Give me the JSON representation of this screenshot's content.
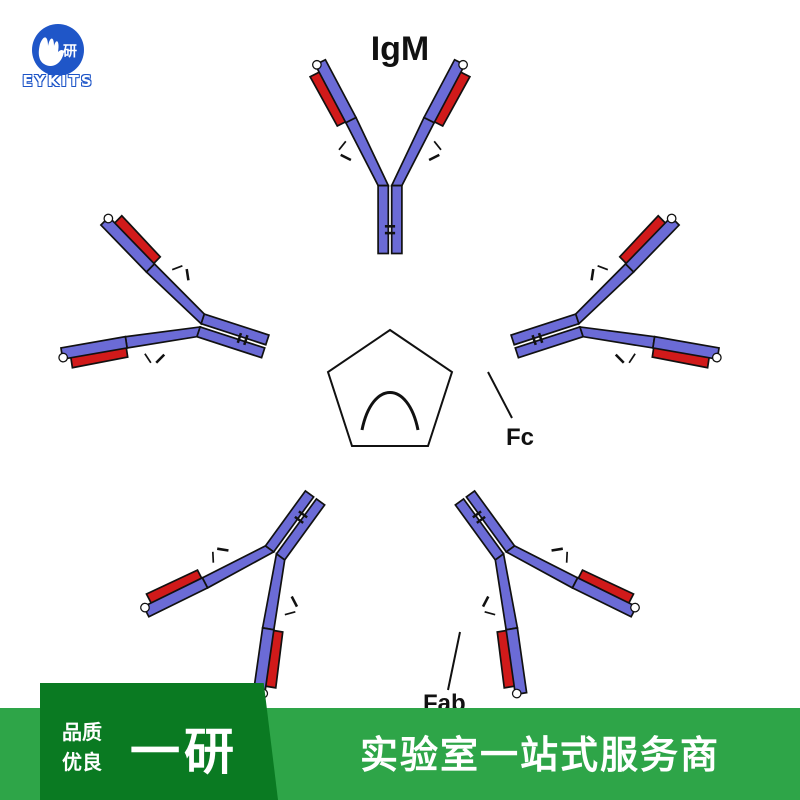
{
  "logo": {
    "text": "EYKITS",
    "badge_char": "研"
  },
  "diagram": {
    "title": "IgM",
    "labels": {
      "fc": "Fc",
      "fab": "Fab"
    },
    "colors": {
      "heavy_chain": "#6b6bd6",
      "light_chain": "#d11a1a",
      "outline": "#111111",
      "background": "#ffffff"
    }
  },
  "banner": {
    "quality_line1": "品质",
    "quality_line2": "优良",
    "brand": "一研",
    "slogan": "实验室一站式服务商",
    "colors": {
      "dark": "#0a7a22",
      "light": "#2ea548"
    }
  }
}
